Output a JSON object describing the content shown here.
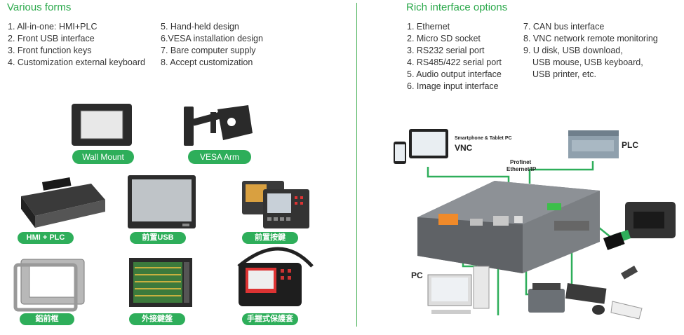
{
  "left": {
    "heading": "Various forms",
    "col1": [
      "1. All-in-one: HMI+PLC",
      "2. Front USB interface",
      "3. Front function keys",
      "4. Customization external keyboard"
    ],
    "col2": [
      "5. Hand-held design",
      "6.VESA installation design",
      "7. Bare computer supply",
      "8. Accept customization"
    ],
    "products": [
      "Wall Mount",
      "VESA Arm",
      "HMI + PLC",
      "前置USB",
      "前置按鍵",
      "鋁前框",
      "外接鍵盤",
      "手握式保護套"
    ]
  },
  "right": {
    "heading": "Rich interface options",
    "col1": [
      "1. Ethernet",
      "2. Micro SD socket",
      "3. RS232 serial port",
      "4. RS485/422 serial port",
      "5. Audio output interface",
      "6. Image input interface"
    ],
    "col2": [
      "7. CAN bus interface",
      "8. VNC network remote monitoring",
      "9. U disk, USB download,",
      "USB mouse, USB keyboard,",
      "USB printer, etc."
    ],
    "diagram": {
      "smartphone_label": "Smartphone & Tablet PC",
      "vnc_label": "VNC",
      "plc_label": "PLC",
      "profinet_label": "Profinet",
      "ethernet_label": "Ethernet/IP",
      "pc_label": "PC"
    }
  },
  "colors": {
    "accent": "#2aa84a",
    "pill": "#2eae5a"
  }
}
